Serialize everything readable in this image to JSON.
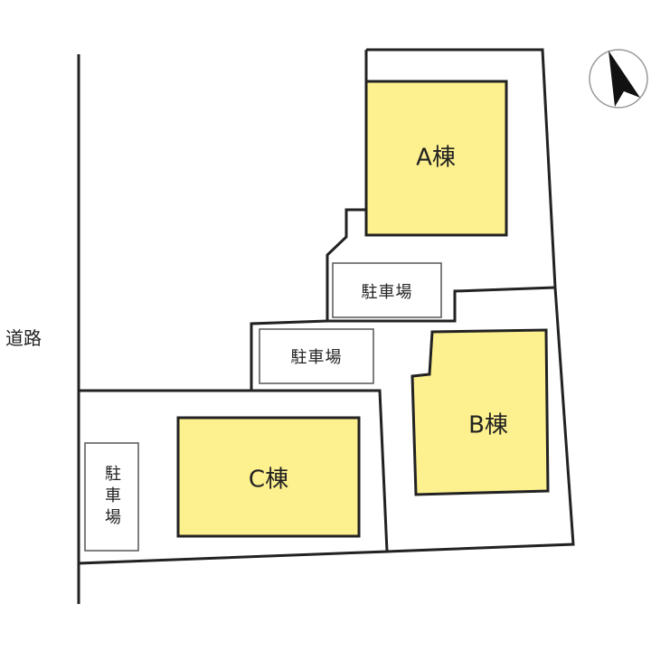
{
  "labels": {
    "road": "道路",
    "building_a": "A棟",
    "building_b": "B棟",
    "building_c": "C棟",
    "parking_1": "駐車場",
    "parking_2": "駐車場",
    "parking_3": "駐車場"
  },
  "colors": {
    "building_fill": "#fdf08e",
    "line": "#222222",
    "parking_stroke": "#555555"
  },
  "compass": {
    "icon": "north-arrow-icon"
  }
}
